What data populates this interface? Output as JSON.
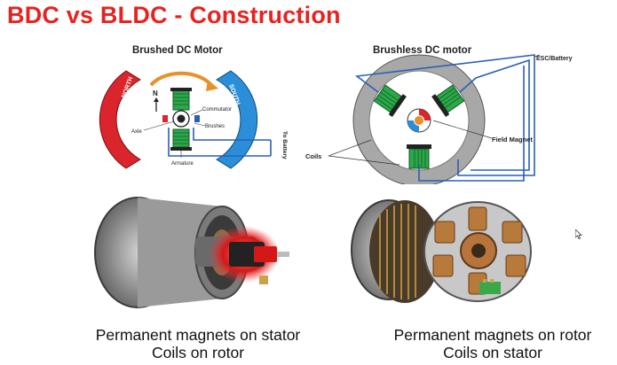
{
  "slide": {
    "title": "BDC vs BLDC - Construction"
  },
  "brushed": {
    "title": "Brushed DC Motor",
    "labels": {
      "north": "NORTH",
      "south": "SOUTH",
      "n": "N",
      "commutator": "Commutator",
      "axle": "Axle",
      "brushes": "Brushes",
      "armature": "Armature",
      "to_battery": "To Battery"
    },
    "caption": {
      "line1": "Permanent magnets on stator",
      "line2": "Coils on rotor"
    }
  },
  "brushless": {
    "title": "Brushless DC motor",
    "labels": {
      "esc": "ESC/Battery",
      "field_magnet": "Field Magnet",
      "coils": "Coils"
    },
    "caption": {
      "line1": "Permanent magnets on rotor",
      "line2": "Coils on stator"
    }
  },
  "colors": {
    "title_red": "#e8231f",
    "north_red": "#d9252b",
    "south_blue": "#2a8fd8",
    "coil_green": "#2aa84a",
    "arrow_orange": "#e8902a",
    "wire_blue": "#2a5fb8"
  }
}
